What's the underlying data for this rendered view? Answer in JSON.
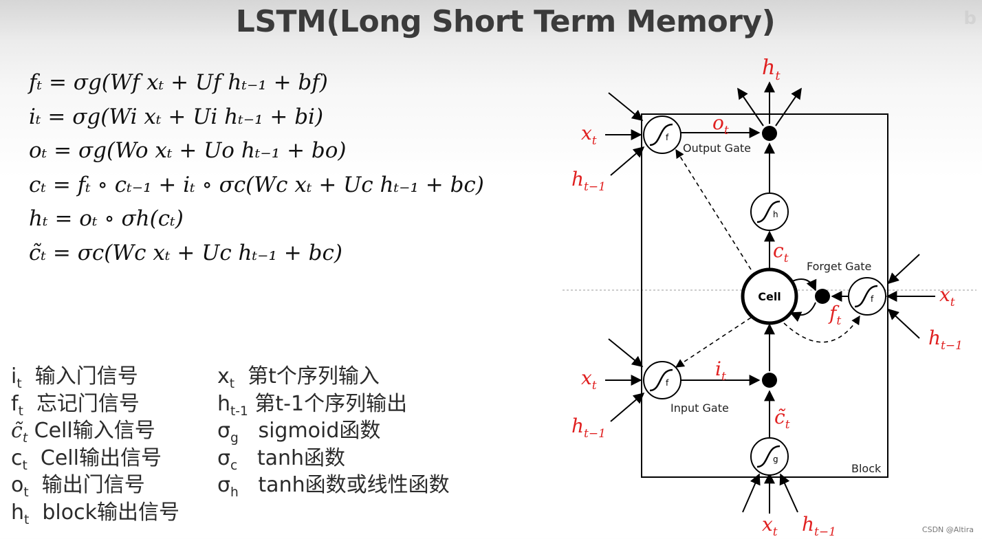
{
  "title": "LSTM(Long Short Term Memory)",
  "watermark": "b",
  "formulas": [
    "fₜ = σg(Wf xₜ + Uf hₜ₋₁ + bf)",
    "iₜ = σg(Wi xₜ + Ui hₜ₋₁ + bi)",
    "oₜ = σg(Wo xₜ + Uo hₜ₋₁ + bo)",
    "cₜ = fₜ ∘ cₜ₋₁ + iₜ ∘ σc(Wc xₜ + Uc hₜ₋₁ + bc)",
    "hₜ = oₜ ∘ σh(cₜ)",
    "c̃ₜ = σc(Wc xₜ + Uc hₜ₋₁ + bc)"
  ],
  "legend_left": [
    {
      "sym": "i",
      "sub": "t",
      "text": "输入门信号"
    },
    {
      "sym": "f",
      "sub": "t",
      "text": "忘记门信号"
    },
    {
      "sym": "c̃",
      "sub": "t",
      "text": "Cell输入信号"
    },
    {
      "sym": "c",
      "sub": "t",
      "text": "Cell输出信号"
    },
    {
      "sym": "o",
      "sub": "t",
      "text": "输出门信号"
    },
    {
      "sym": "h",
      "sub": "t",
      "text": "block输出信号"
    }
  ],
  "legend_right": [
    {
      "sym": "x",
      "sub": "t",
      "text": "第t个序列输入"
    },
    {
      "sym": "h",
      "sub": "t-1",
      "text": "第t-1个序列输出"
    },
    {
      "sym": "σ",
      "sub": "g",
      "text": "sigmoid函数"
    },
    {
      "sym": "σ",
      "sub": "c",
      "text": "tanh函数"
    },
    {
      "sym": "σ",
      "sub": "h",
      "text": "tanh函数或线性函数"
    }
  ],
  "diagram": {
    "output_gate_label": "Output Gate",
    "forget_gate_label": "Forget Gate",
    "input_gate_label": "Input Gate",
    "block_label": "Block",
    "cell_label": "Cell",
    "gate_f": "f",
    "gate_h": "h",
    "gate_g": "g",
    "math": {
      "h": "h",
      "x": "x",
      "o": "o",
      "c": "c",
      "f": "f",
      "i": "i",
      "c_tilde": "c̃",
      "sub_t": "t",
      "sub_t1": "t−1"
    }
  },
  "footer": "CSDN @Altira"
}
